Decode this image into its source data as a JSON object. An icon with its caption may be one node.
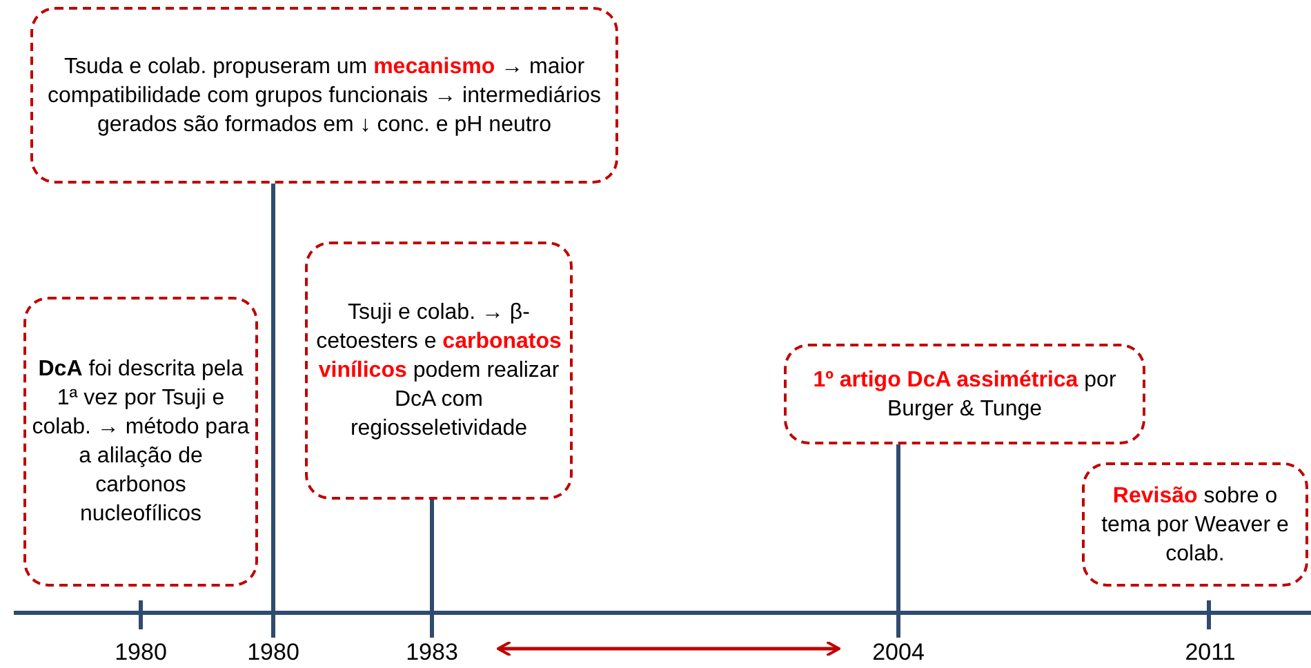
{
  "diagram": {
    "nodes": [
      {
        "text": [
          "Tsuda e colab. propuseram um **mecanismo** → maior compatibilidade com grupos funcionais → intermediários gerados são formados em ↓ conc. e pH neutro"
        ]
      },
      {
        "text": [
          "**DcA** foi descrita pela 1ª vez por Tsuji e colab. → método para a alilação de carbonos nucleofílicos"
        ]
      },
      {
        "text": [
          "Tsuji e colab. → β-cetoesters e **carbonatos vinílicos** podem realizar DcA com regiosseletividade"
        ]
      },
      {
        "text": [
          "**1º artigo DcA assimétrica** por Burger & Tunge"
        ]
      },
      {
        "text": [
          "**Revisão** sobre o tema por Weaver e colab."
        ]
      },
      {
        "text": [
          "1980"
        ]
      },
      {
        "text": [
          "1980"
        ]
      },
      {
        "text": [
          "1983"
        ]
      },
      {
        "text": [
          "2004"
        ]
      },
      {
        "text": [
          "2011"
        ]
      }
    ],
    "edges": [
      {
        "from": 7,
        "to": 8,
        "arrow": "both",
        "color": "#c00000"
      },
      {
        "from": 0,
        "to": 6,
        "arrow": "none"
      },
      {
        "from": 2,
        "to": 7,
        "arrow": "none"
      },
      {
        "from": 3,
        "to": 8,
        "arrow": "none"
      }
    ]
  }
}
